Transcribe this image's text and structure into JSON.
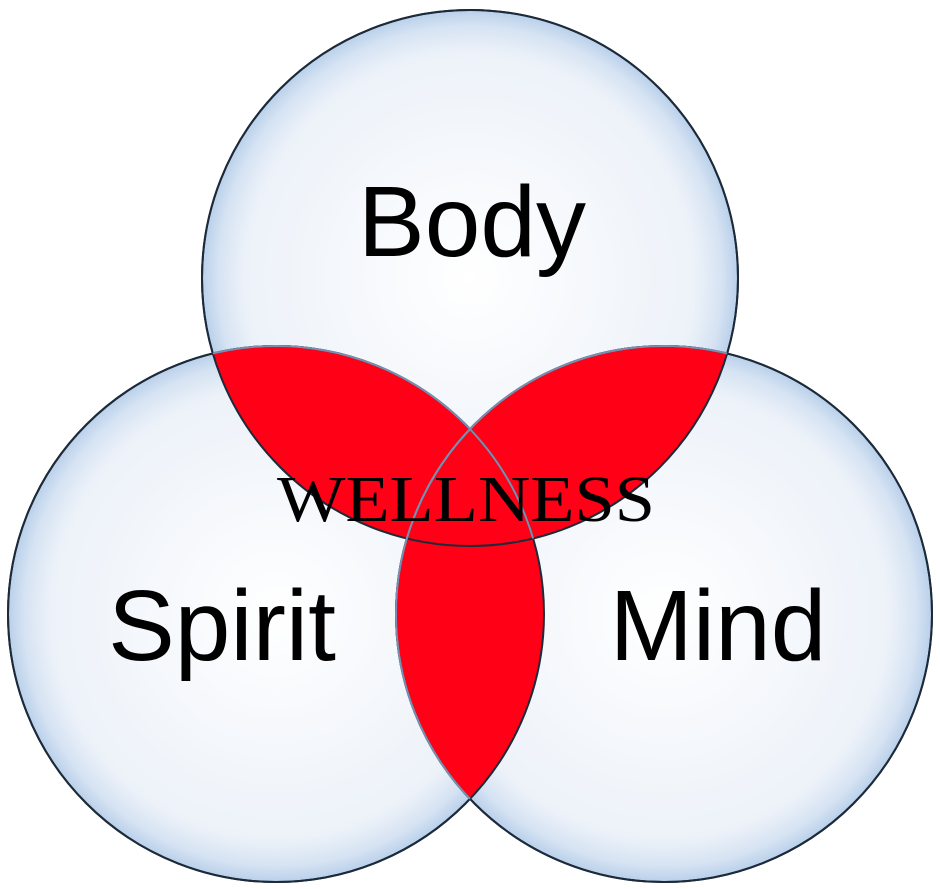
{
  "diagram": {
    "type": "venn",
    "sets": [
      {
        "id": "top",
        "label": "Body"
      },
      {
        "id": "left",
        "label": "Spirit"
      },
      {
        "id": "right",
        "label": "Mind"
      }
    ],
    "center_label": "WELLNESS"
  },
  "colors": {
    "circle_fill_center": "#ffffff",
    "circle_fill_mid": "#edf2f9",
    "circle_fill_edge": "#b9d0ea",
    "circle_stroke": "#1c2a3a",
    "overlap_fill": "#ff0016",
    "overlap_stroke": "#7a8fb0",
    "text": "#000000"
  }
}
